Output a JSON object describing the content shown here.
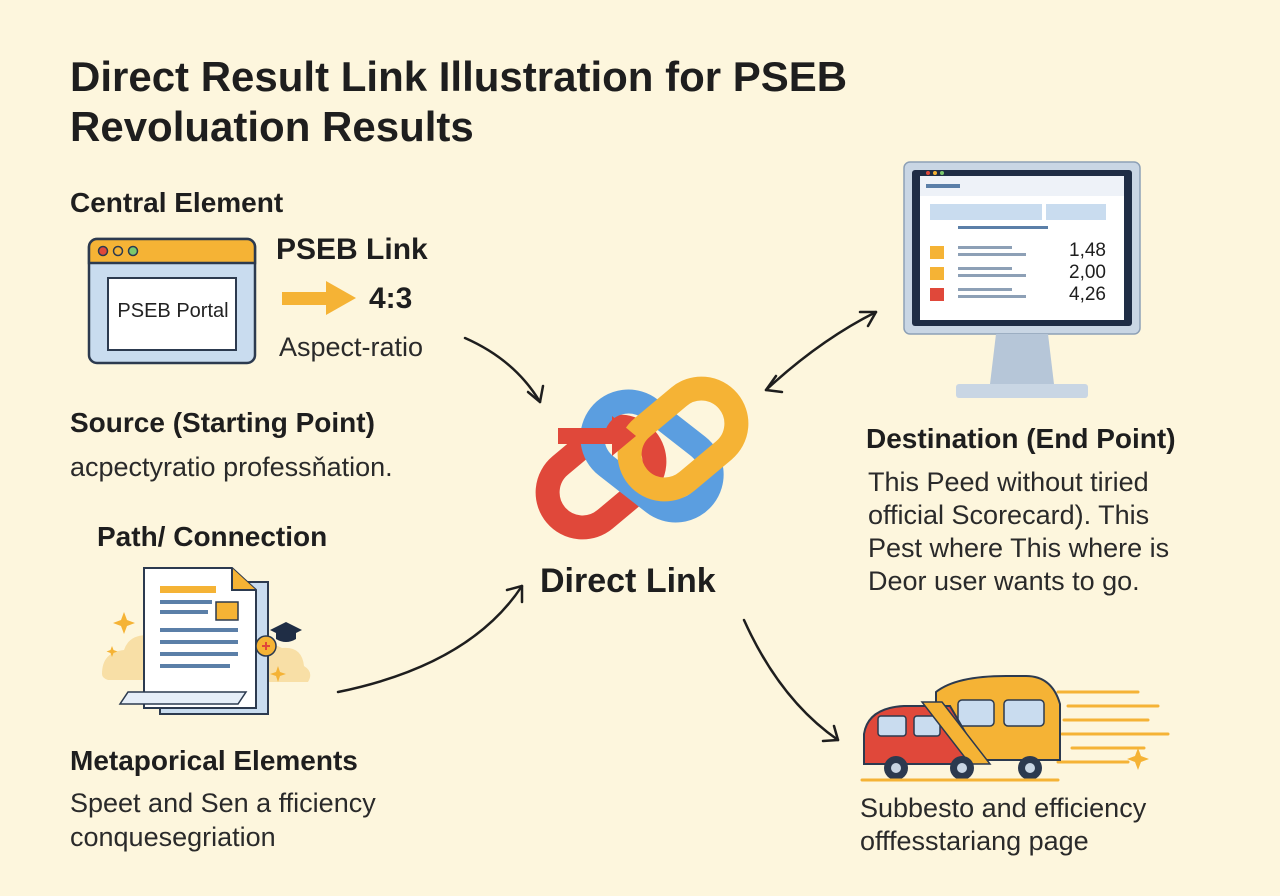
{
  "title": {
    "line1": "Direct Result Link Illustration for PSEB",
    "line2": "Revoluation Results"
  },
  "central": {
    "heading": "Central Element",
    "portal_label": "PSEB Portal",
    "link_label": "PSEB Link",
    "ratio": "4:3",
    "ratio_caption": "Aspect-ratio"
  },
  "source": {
    "heading": "Source (Starting Point)",
    "text": "acpectyratio professňation."
  },
  "path": {
    "heading": "Path/ Connection"
  },
  "metaphor": {
    "heading": "Metaporical Elements",
    "line1": "Speet and Sen a fficiency",
    "line2": "conquesegriation"
  },
  "center_link": {
    "label": "Direct Link"
  },
  "destination": {
    "heading": "Destination (End Point)",
    "line1": "This Peed without tiried",
    "line2": "official Scorecard). This",
    "line3": "Pest where This where is",
    "line4": "Deor user wants to go.",
    "scores": [
      "1,48",
      "2,00",
      "4,26"
    ]
  },
  "efficiency": {
    "line1": "Subbesto and efficiency",
    "line2": "offfesstariang page"
  },
  "colors": {
    "background": "#fdf6dd",
    "orange": "#f5b335",
    "red": "#e0483a",
    "blue": "#5b9ee0",
    "navy": "#1f2d45"
  }
}
